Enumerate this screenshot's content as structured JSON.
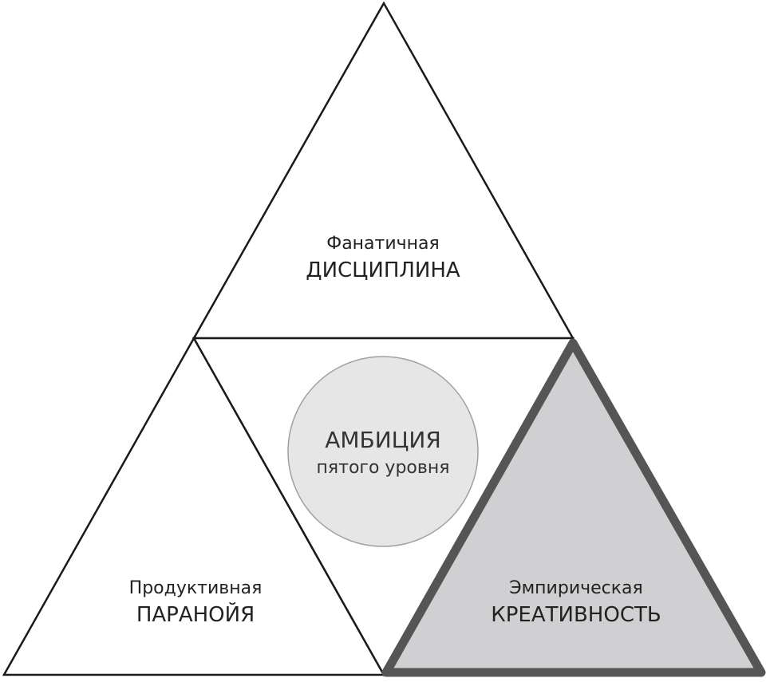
{
  "diagram": {
    "top": {
      "line1": "Фанатичная",
      "line2": "ДИСЦИПЛИНА"
    },
    "left": {
      "line1": "Продуктивная",
      "line2": "ПАРАНОЙЯ"
    },
    "right": {
      "line1": "Эмпирическая",
      "line2": "КРЕАТИВНОСТЬ"
    },
    "center": {
      "line1": "АМБИЦИЯ",
      "line2": "пятого уровня"
    }
  },
  "colors": {
    "outline": "#1a1a1a",
    "highlight_fill": "#d0d0d2",
    "highlight_stroke": "#555555",
    "circle_fill": "#e6e6e6",
    "circle_stroke": "#a0a0a0"
  }
}
